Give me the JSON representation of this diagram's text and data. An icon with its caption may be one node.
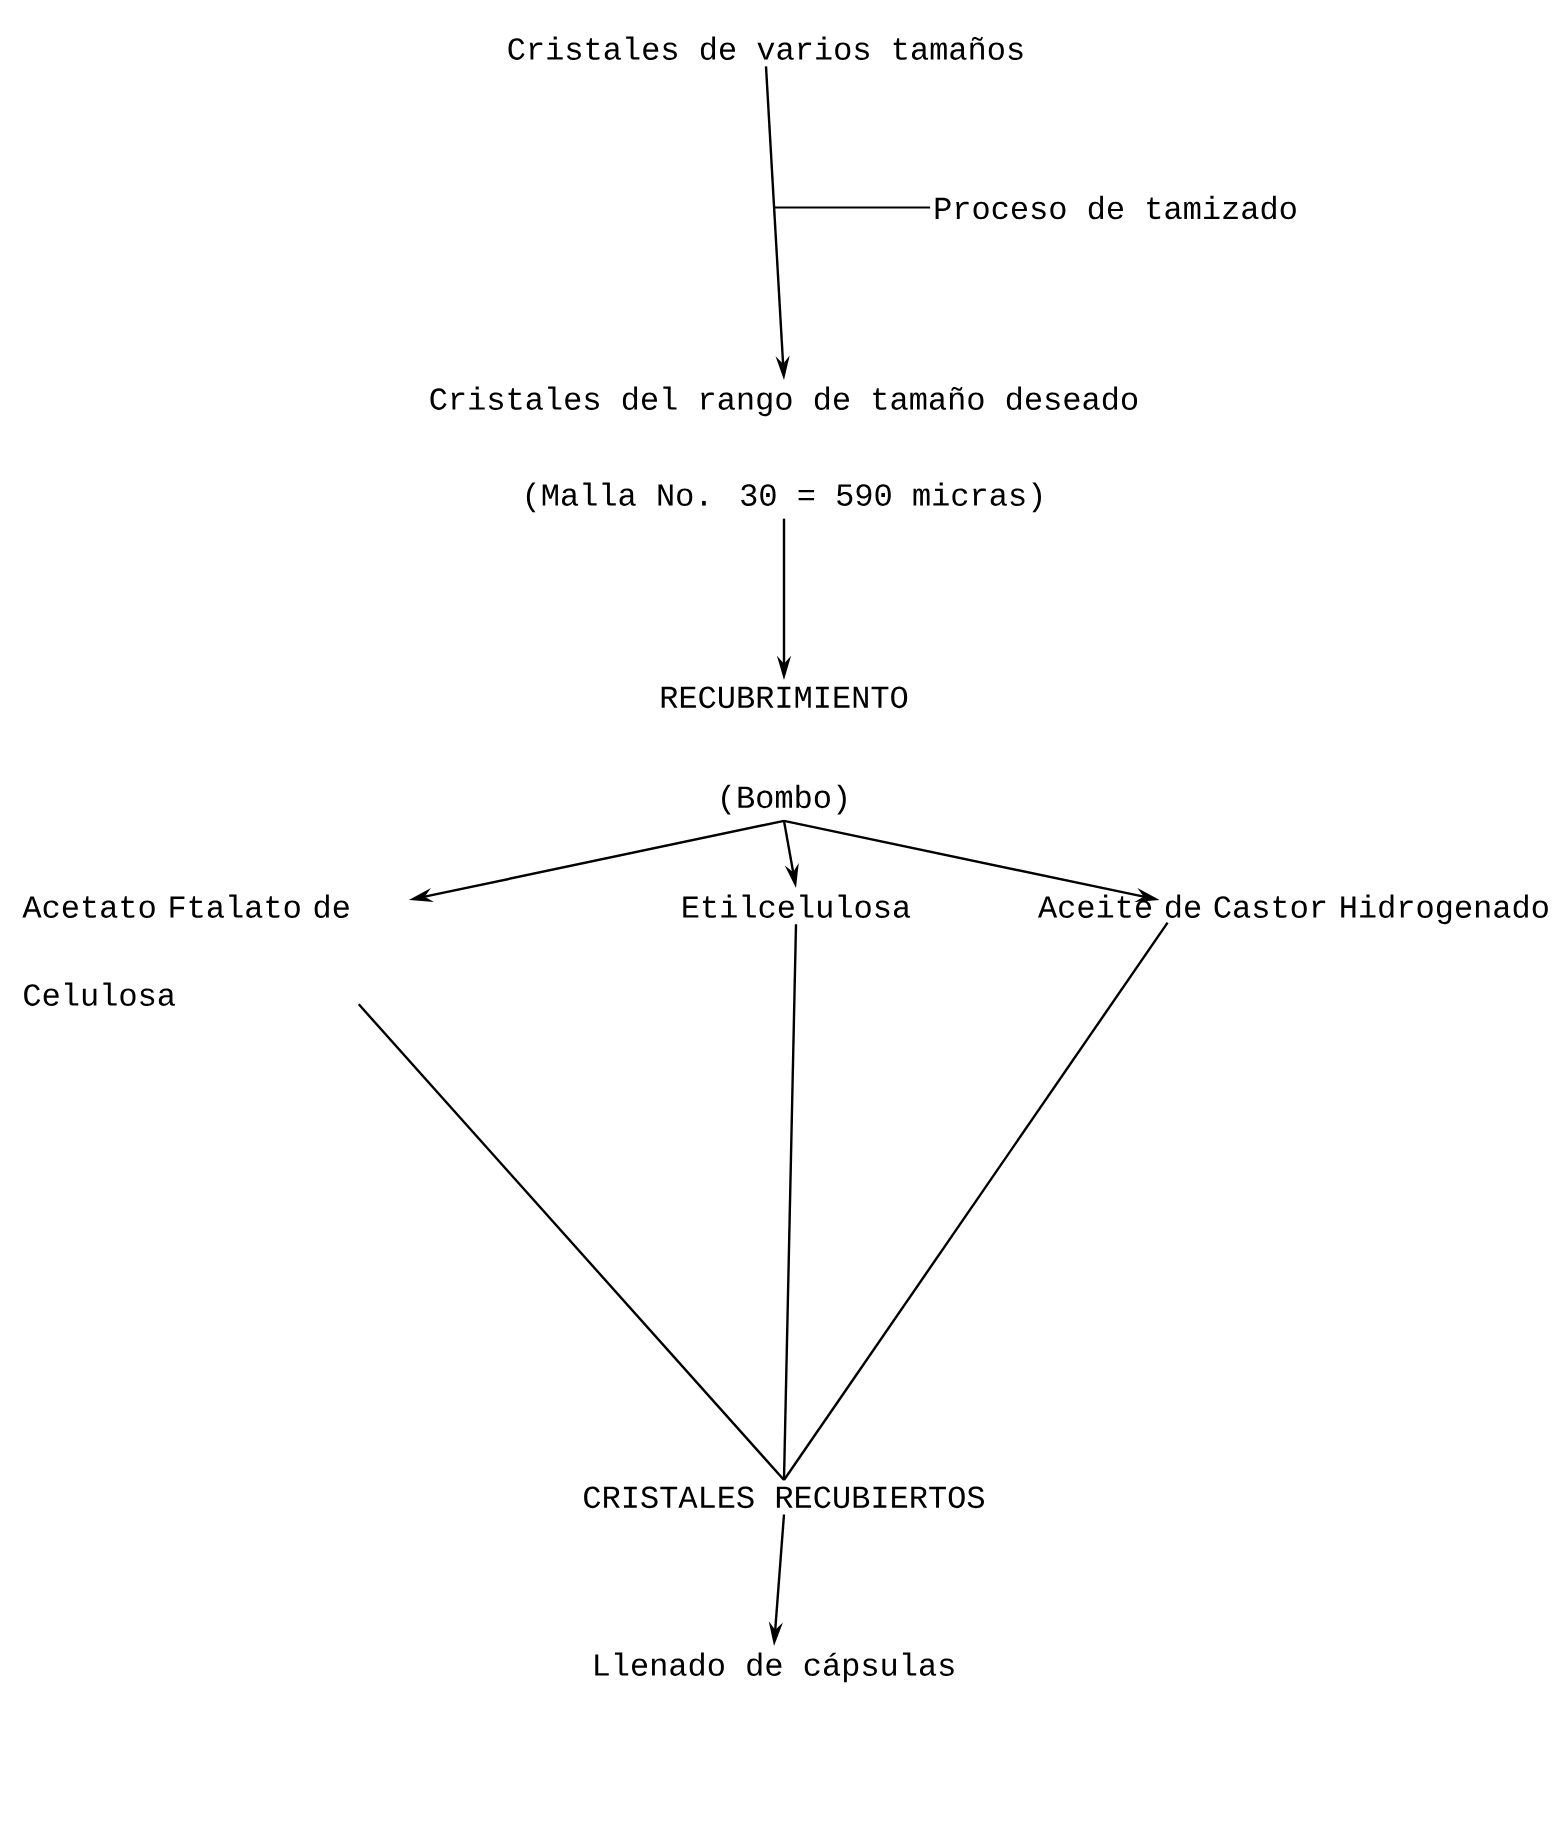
{
  "diagram": {
    "nodes": [
      {
        "text": [
          "Cristales de varios tamaños"
        ]
      },
      {
        "text": [
          "Cristales del rango de tamaño deseado",
          "(Malla No. 30 = 590 micras)"
        ]
      },
      {
        "text": [
          "RECUBRIMIENTO",
          "(Bombo)"
        ]
      },
      {
        "text": [
          "Acetato Ftalato de Celulosa"
        ]
      },
      {
        "text": [
          "Etilcelulosa"
        ]
      },
      {
        "text": [
          "Aceite de Castor Hidrogenado"
        ]
      },
      {
        "text": [
          "CRISTALES RECUBIERTOS"
        ]
      },
      {
        "text": [
          "Llenado de cápsulas"
        ]
      }
    ],
    "edges": [
      {
        "from": 0,
        "to": 1,
        "arrow": "to",
        "label": "Proceso de tamizado"
      },
      {
        "from": 1,
        "to": 2,
        "arrow": "to"
      },
      {
        "from": 2,
        "to": 3,
        "arrow": "to"
      },
      {
        "from": 2,
        "to": 4,
        "arrow": "to"
      },
      {
        "from": 2,
        "to": 5,
        "arrow": "to"
      },
      {
        "from": 3,
        "to": 6,
        "arrow": "none"
      },
      {
        "from": 4,
        "to": 6,
        "arrow": "none"
      },
      {
        "from": 5,
        "to": 6,
        "arrow": "none"
      },
      {
        "from": 6,
        "to": 7,
        "arrow": "to"
      }
    ]
  }
}
